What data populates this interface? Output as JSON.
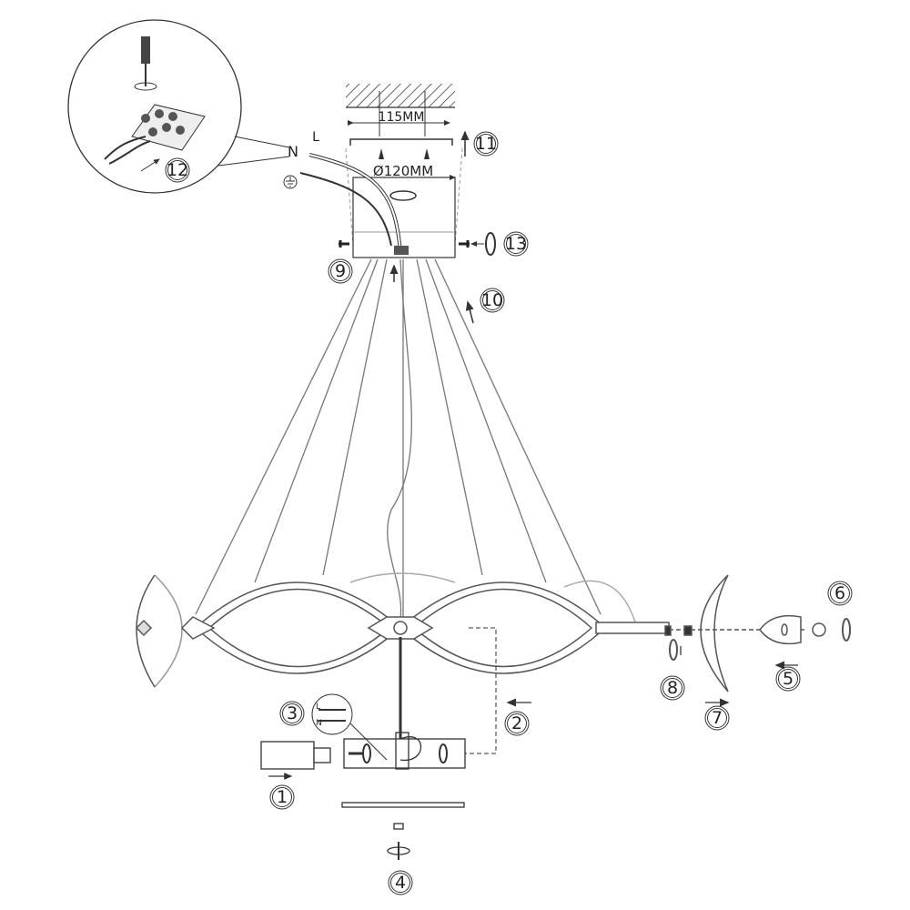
{
  "dimensions": {
    "width_label": "115MM",
    "diameter_label": "Ø120MM"
  },
  "wires": {
    "neutral": "N",
    "live": "L",
    "inset_live": "L",
    "inset_neutral": "N"
  },
  "steps": [
    "1",
    "2",
    "3",
    "4",
    "5",
    "6",
    "7",
    "8",
    "9",
    "10",
    "11",
    "12",
    "13"
  ],
  "colors": {
    "line": "#333333",
    "light_line": "#888888"
  }
}
